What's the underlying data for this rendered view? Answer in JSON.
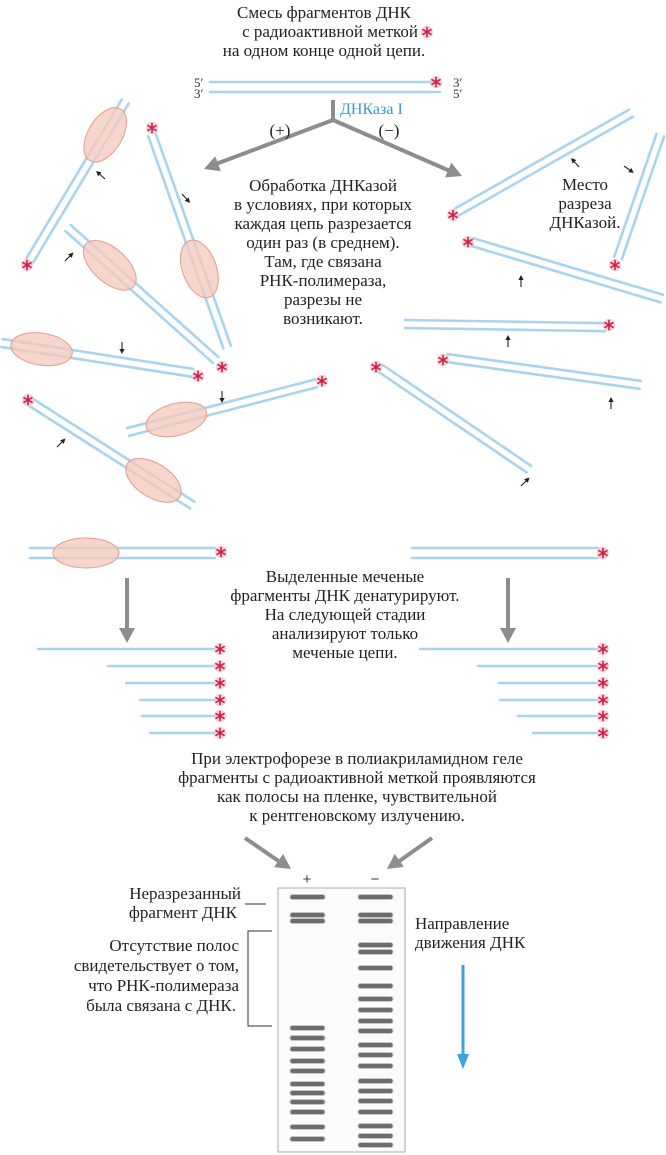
{
  "top_caption": {
    "lines": [
      "Смесь фрагментов ДНК",
      "с радиоактивной меткой",
      "на одном конце одной цепи."
    ]
  },
  "strand_ends": {
    "left_top": "5′",
    "left_bottom": "3′",
    "right_top": "3′",
    "right_bottom": "5′"
  },
  "enzyme": {
    "label": "ДНКаза I"
  },
  "conditions": {
    "plus": "(+)",
    "minus": "(−)"
  },
  "treatment_caption": [
    "Обработка ДНКазой",
    "в условиях, при которых",
    "каждая цепь разрезается",
    "один раз (в среднем).",
    "Там, где связана",
    "РНК-полимераза,",
    "разрезы не",
    "возникают."
  ],
  "cut_site_caption": [
    "Место",
    "разреза",
    "ДНКазой."
  ],
  "denature_caption": [
    "Выделенные меченые",
    "фрагменты ДНК денатурируют.",
    "На следующей стадии",
    "анализируют только",
    "меченые цепи."
  ],
  "electrophoresis_caption": [
    "При электрофорезе в полиакриламидном геле",
    "фрагменты с радиоактивной меткой проявляются",
    "как полосы на пленке, чувствительной",
    "к рентгеновскому излучению."
  ],
  "gel": {
    "lanes": [
      "+",
      "−"
    ]
  },
  "uncut_label": [
    "Неразрезанный",
    "фрагмент ДНК"
  ],
  "footprint_label": [
    "Отсутствие полос",
    "свидетельствует о том,",
    "что РНК-полимераза",
    "была связана с ДНК."
  ],
  "direction_label": [
    "Направление",
    "движения ДНК"
  ],
  "icons": {
    "label_marker": "red-asterisk-icon",
    "cut_site": "small-arrow-icon",
    "polymerase": "pink-oval-icon"
  },
  "colors": {
    "dna": "#a9d3ef",
    "marker": "#cf1f45",
    "marker_halo": "#f6c3cf",
    "polymerase": "#f3c9bb",
    "polymerase_outline": "#e39c8d",
    "arrow_gray": "#8d8d8d",
    "band": "#6c6c6c",
    "enzyme_blue": "#3a9ad6",
    "direction_blue": "#3aa3dc"
  }
}
